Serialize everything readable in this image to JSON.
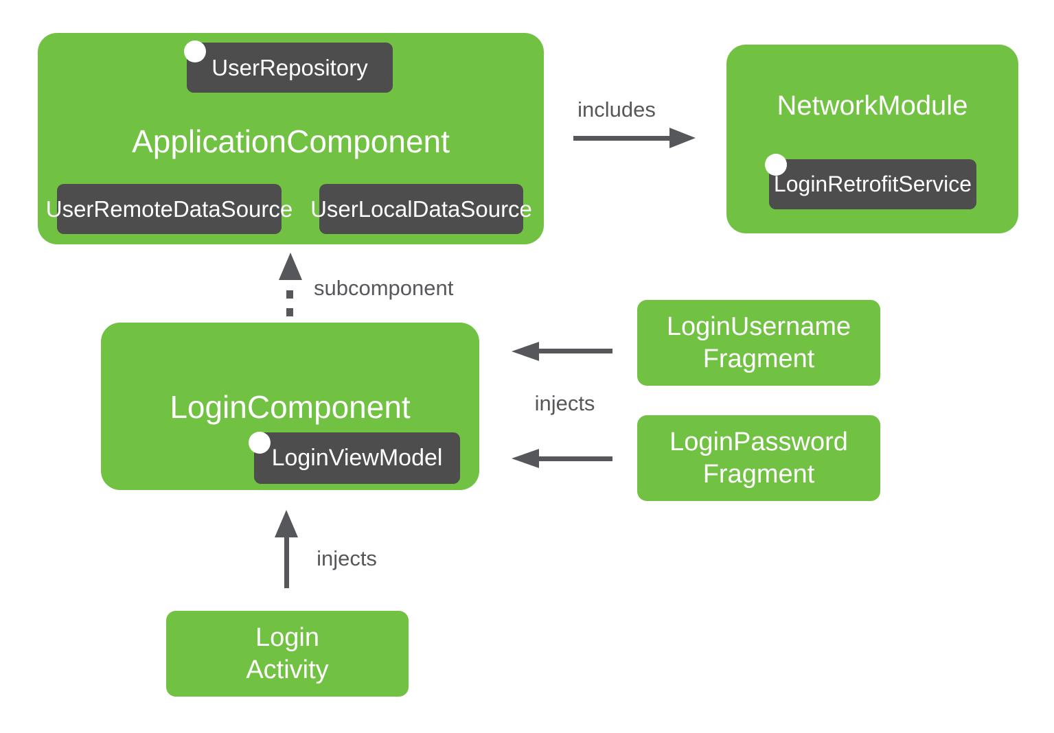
{
  "colors": {
    "green": "#71c243",
    "badge": "#4d4d4d",
    "arrow": "#55575a",
    "background": "#ffffff"
  },
  "nodes": {
    "application_component": {
      "title": "ApplicationComponent",
      "scoped_badge": "UserRepository",
      "badge_remote": "UserRemoteDataSource",
      "badge_local": "UserLocalDataSource"
    },
    "network_module": {
      "title": "NetworkModule",
      "scoped_badge": "LoginRetrofitService"
    },
    "login_component": {
      "title": "LoginComponent",
      "scoped_badge": "LoginViewModel"
    },
    "login_username_fragment": {
      "line1": "LoginUsername",
      "line2": "Fragment"
    },
    "login_password_fragment": {
      "line1": "LoginPassword",
      "line2": "Fragment"
    },
    "login_activity": {
      "line1": "Login",
      "line2": "Activity"
    }
  },
  "edges": {
    "includes_label": "includes",
    "subcomponent_label": "subcomponent",
    "fragments_injects_label": "injects",
    "activity_injects_label": "injects"
  }
}
